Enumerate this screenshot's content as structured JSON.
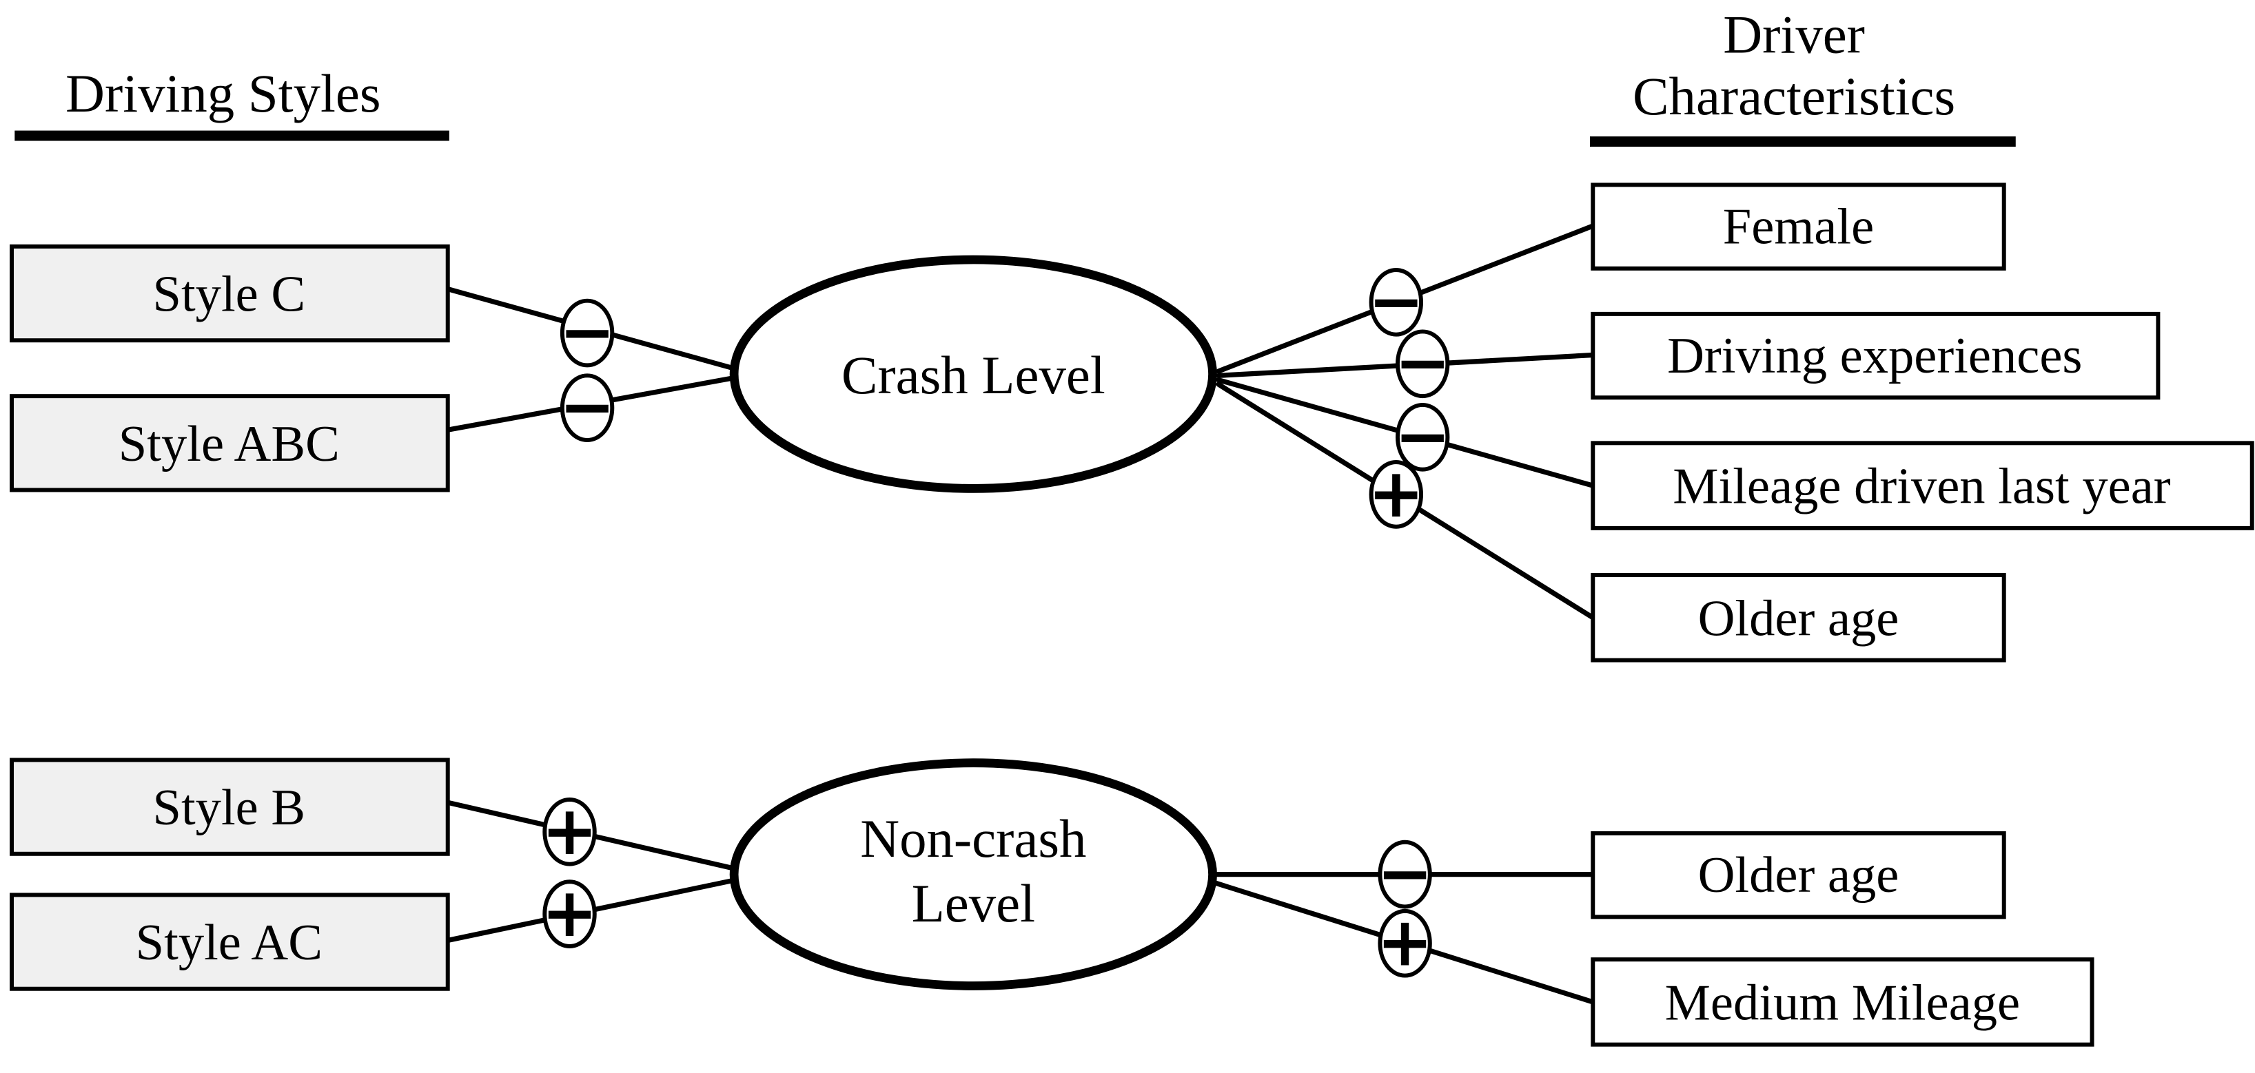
{
  "colors": {
    "ink": "#000000",
    "background": "#ffffff",
    "style_box_fill": "#f0f0f0",
    "characteristic_box_fill": "#ffffff"
  },
  "left_header": {
    "label": "Driving Styles"
  },
  "right_header": {
    "line1": "Driver",
    "line2": "Characteristics"
  },
  "crash_node": {
    "label": "Crash Level"
  },
  "noncrash_node": {
    "line1": "Non-crash",
    "line2": "Level"
  },
  "crash_styles": [
    {
      "label": "Style C",
      "sign": "−"
    },
    {
      "label": "Style ABC",
      "sign": "−"
    }
  ],
  "crash_characteristics": [
    {
      "label": "Female",
      "sign": "−"
    },
    {
      "label": "Driving experiences",
      "sign": "−"
    },
    {
      "label": "Mileage driven last year",
      "sign": "−"
    },
    {
      "label": "Older age",
      "sign": "+"
    }
  ],
  "noncrash_styles": [
    {
      "label": "Style B",
      "sign": "+"
    },
    {
      "label": "Style AC",
      "sign": "+"
    }
  ],
  "noncrash_characteristics": [
    {
      "label": "Older age",
      "sign": "−"
    },
    {
      "label": "Medium Mileage",
      "sign": "+"
    }
  ]
}
